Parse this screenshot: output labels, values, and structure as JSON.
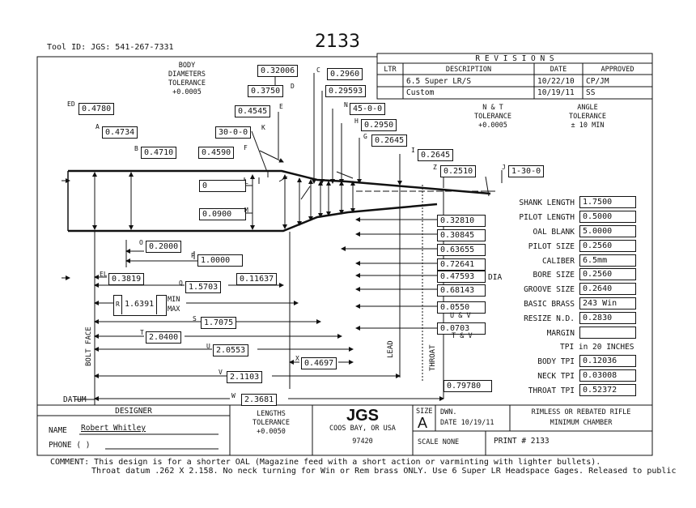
{
  "header": {
    "tool_id": "Tool ID:  JGS:  541-267-7331",
    "print_number": "2133"
  },
  "tolerances": {
    "body": [
      "BODY",
      "DIAMETERS",
      "TOLERANCE",
      "+0.0005"
    ],
    "nt": [
      "N & T",
      "TOLERANCE",
      "+0.0005"
    ],
    "angle": [
      "ANGLE",
      "TOLERANCE",
      "± 10 MIN"
    ],
    "lengths": [
      "LENGTHS",
      "TOLERANCE",
      "+0.0050"
    ]
  },
  "revisions": {
    "title": "R E V I S I O N S",
    "headers": [
      "LTR",
      "DESCRIPTION",
      "DATE",
      "APPROVED"
    ],
    "rows": [
      {
        "ltr": "",
        "desc": "6.5 Super LR/S",
        "date": "10/22/10",
        "approved": "CP/JM"
      },
      {
        "ltr": "",
        "desc": "Custom",
        "date": "10/19/11",
        "approved": "SS"
      }
    ]
  },
  "dims": {
    "C": {
      "letter": "C",
      "value": "0.32006"
    },
    "C2": {
      "value": "0.2960"
    },
    "D": {
      "letter": "D",
      "value": "0.3750"
    },
    "D2": {
      "value": "0.29593"
    },
    "ED": {
      "letter": "ED",
      "value": "0.4780"
    },
    "E": {
      "letter": "E",
      "value": "0.4545"
    },
    "N": {
      "letter": "N",
      "value": "45-0-0"
    },
    "H": {
      "letter": "H",
      "value": "0.2950"
    },
    "A": {
      "letter": "A",
      "value": "0.4734"
    },
    "K": {
      "letter": "K",
      "value": "30-0-0"
    },
    "G": {
      "letter": "G",
      "value": "0.2645"
    },
    "B": {
      "letter": "B",
      "value": "0.4710"
    },
    "F": {
      "letter": "F",
      "value": "0.4590"
    },
    "I": {
      "letter": "I",
      "value": "0.2645"
    },
    "Z": {
      "letter": "Z",
      "value": "0.2510"
    },
    "J": {
      "letter": "J",
      "value": "1-30-0"
    },
    "L": {
      "letter": "L",
      "value": "0"
    },
    "M": {
      "letter": "M",
      "value": "0.0900"
    },
    "O": {
      "letter": "O",
      "value": "0.2000"
    },
    "P": {
      "letter": "P",
      "value": "1.0000"
    },
    "EL": {
      "letter": "EL",
      "value": "0.3819"
    },
    "mid": {
      "value": "0.11637"
    },
    "Q": {
      "letter": "Q",
      "value": "1.5703"
    },
    "R": {
      "letter": "R",
      "value": "1.6391",
      "min": "MIN",
      "max": "MAX"
    },
    "S": {
      "letter": "S",
      "value": "1.7075"
    },
    "T": {
      "letter": "T",
      "value": "2.0400"
    },
    "U": {
      "letter": "U",
      "value": "2.0553"
    },
    "X": {
      "letter": "X",
      "value": "0.4697"
    },
    "V": {
      "letter": "V",
      "value": "2.1103"
    },
    "W": {
      "letter": "W",
      "value": "2.3681"
    }
  },
  "right_col": {
    "values": [
      "0.32810",
      "0.30845",
      "0.63655",
      "0.72641",
      "0.47593",
      "0.68143",
      "0.0550",
      "0.0703",
      "0.79780"
    ],
    "dia": "DIA",
    "uv": "U & V",
    "tv": "T & V"
  },
  "specs": [
    {
      "label": "SHANK LENGTH",
      "value": "1.7500"
    },
    {
      "label": "PILOT LENGTH",
      "value": "0.5000"
    },
    {
      "label": "OAL BLANK",
      "value": "5.0000"
    },
    {
      "label": "PILOT SIZE",
      "value": "0.2560"
    },
    {
      "label": "CALIBER",
      "value": "6.5mm"
    },
    {
      "label": "BORE SIZE",
      "value": "0.2560"
    },
    {
      "label": "GROOVE SIZE",
      "value": "0.2640"
    },
    {
      "label": "BASIC BRASS",
      "value": "243 Win"
    },
    {
      "label": "RESIZE N.D.",
      "value": "0.2830"
    },
    {
      "label": "MARGIN",
      "value": ""
    }
  ],
  "tpi": {
    "title": "TPI  in 20 INCHES",
    "rows": [
      {
        "label": "BODY TPI",
        "value": "0.12036"
      },
      {
        "label": "NECK TPI",
        "value": "0.03008"
      },
      {
        "label": "THROAT TPI",
        "value": "0.52372"
      }
    ]
  },
  "axis_labels": {
    "bolt_face": "BOLT FACE",
    "lead": "LEAD",
    "throat": "THROAT",
    "datum": "DATUM"
  },
  "title_block": {
    "designer_label": "DESIGNER",
    "name_label": "NAME",
    "name": "Robert Whitley",
    "phone_label": "PHONE (        )",
    "company": "JGS",
    "city": "COOS BAY, OR USA",
    "zip": "97420",
    "size_label": "SIZE",
    "size": "A",
    "dwn": "DWN.",
    "date": "DATE 10/19/11",
    "scale": "SCALE  NONE",
    "print": "PRINT # 2133",
    "desc1": "RIMLESS OR REBATED RIFLE",
    "desc2": "MINIMUM CHAMBER"
  },
  "comment": {
    "line1": "COMMENT:  This design is for a shorter OAL (Magazine feed with a short action or varminting with lighter bullets).",
    "line2": "Throat datum .262 X 2.158. No neck turning for Win or Rem brass ONLY. Use 6 Super LR Headspace Gages. Released to public"
  }
}
